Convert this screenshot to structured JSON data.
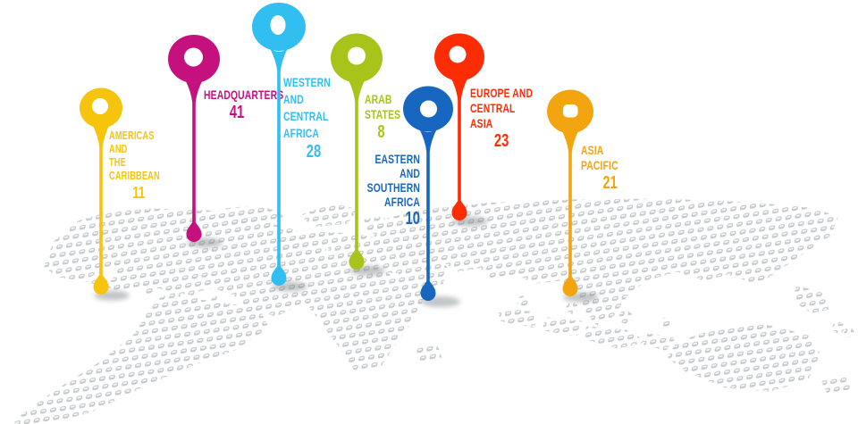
{
  "map": {
    "dot_color": "#C7CACC",
    "dot_highlight_color": "#FFFFFF",
    "shadow_color": "#858C90"
  },
  "pins": [
    {
      "id": "americas-caribbean",
      "label_lines": [
        "AMERICAS AND",
        "THE CARIBBEAN"
      ],
      "value": "11",
      "color": "#F6C40D",
      "inner_shape": "circle"
    },
    {
      "id": "headquarters",
      "label_lines": [
        "HEADQUARTERS"
      ],
      "value": "41",
      "color": "#C4117E",
      "inner_shape": "circle"
    },
    {
      "id": "western-central-africa",
      "label_lines": [
        "WESTERN",
        "AND CENTRAL",
        "AFRICA"
      ],
      "value": "28",
      "color": "#30BFF0",
      "inner_shape": "oval"
    },
    {
      "id": "arab-states",
      "label_lines": [
        "ARAB",
        "STATES"
      ],
      "value": "8",
      "color": "#A8C319",
      "inner_shape": "circle"
    },
    {
      "id": "eastern-southern-africa",
      "label_lines": [
        "EASTERN AND",
        "SOUTHERN",
        "AFRICA"
      ],
      "value": "10",
      "color": "#1767C1",
      "inner_shape": "circle"
    },
    {
      "id": "europe-central-asia",
      "label_lines": [
        "EUROPE AND",
        "CENTRAL ASIA"
      ],
      "value": "23",
      "color": "#FC2D05",
      "inner_shape": "circle"
    },
    {
      "id": "asia-pacific",
      "label_lines": [
        "ASIA PACIFIC"
      ],
      "value": "21",
      "color": "#F2A50F",
      "inner_shape": "rounded-square"
    }
  ],
  "chart_data": {
    "type": "map_pin_infographic",
    "title": "",
    "categories": [
      "Americas and the Caribbean",
      "Headquarters",
      "Western and Central Africa",
      "Arab States",
      "Eastern and Southern Africa",
      "Europe and Central Asia",
      "Asia Pacific"
    ],
    "values": [
      11,
      41,
      28,
      8,
      10,
      23,
      21
    ],
    "legend_position": "none",
    "background": "dotted halftone world map in perspective"
  }
}
